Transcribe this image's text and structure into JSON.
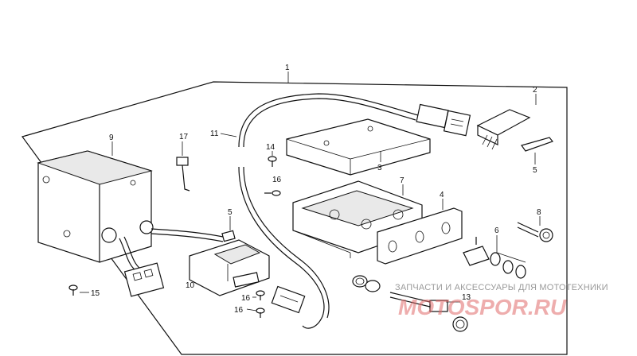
{
  "diagram": {
    "callouts": {
      "c1": "1",
      "c2": "2",
      "c3": "3",
      "c4": "4",
      "c5a": "5",
      "c5b": "5",
      "c6": "6",
      "c7": "7",
      "c8": "8",
      "c9": "9",
      "c10": "10",
      "c11": "11",
      "c13": "13",
      "c14": "14",
      "c15": "15",
      "c16a": "16",
      "c16b": "16",
      "c16c": "16",
      "c17": "17"
    }
  },
  "watermark": {
    "tagline": "ЗАПЧАСТИ И АКСЕССУАРЫ ДЛЯ МОТОТЕХНИКИ",
    "logo": "MOTOSPOR.RU",
    "color": "#e06a6a"
  }
}
